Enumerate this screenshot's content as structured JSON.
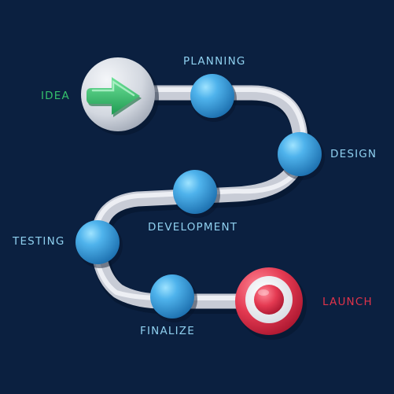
{
  "colors": {
    "background": "#0b2040",
    "label_default": "#8fd0ef",
    "label_start": "#35c06b",
    "label_end": "#e0334a"
  },
  "steps": [
    {
      "label": "IDEA",
      "kind": "start",
      "icon": "arrow-right-icon"
    },
    {
      "label": "PLANNING",
      "kind": "milestone"
    },
    {
      "label": "DESIGN",
      "kind": "milestone"
    },
    {
      "label": "DEVELOPMENT",
      "kind": "milestone"
    },
    {
      "label": "TESTING",
      "kind": "milestone"
    },
    {
      "label": "FINALIZE",
      "kind": "milestone"
    },
    {
      "label": "LAUNCH",
      "kind": "end",
      "icon": "target-icon"
    }
  ]
}
